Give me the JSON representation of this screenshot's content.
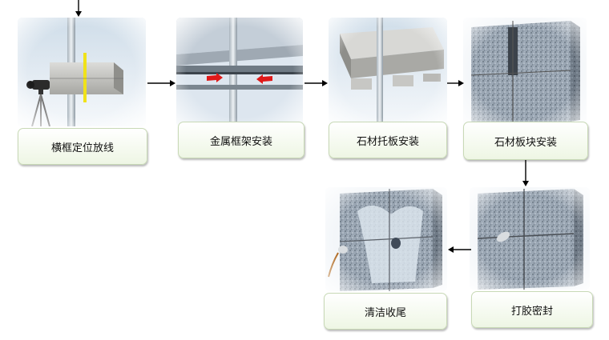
{
  "steps": [
    {
      "label": "横框定位放线"
    },
    {
      "label": "金属框架安装"
    },
    {
      "label": "石材托板安装"
    },
    {
      "label": "石材板块安装"
    },
    {
      "label": "打胶密封"
    },
    {
      "label": "清洁收尾"
    }
  ],
  "icons": {
    "arrow": "arrow-icon",
    "level": "level-instrument-icon"
  }
}
